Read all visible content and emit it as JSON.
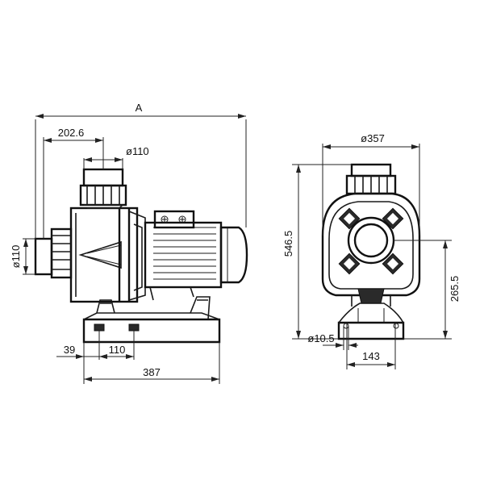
{
  "dimensions": {
    "overall_length_label": "A",
    "suction_offset": "202.6",
    "discharge_diameter": "ø110",
    "suction_diameter": "ø110",
    "base_front_offset": "39",
    "base_hole_spacing": "110",
    "base_length": "387",
    "flange_diameter": "ø357",
    "total_height": "546.5",
    "shaft_height": "265.5",
    "mount_hole_diameter": "ø10.5",
    "foot_width": "143"
  },
  "colors": {
    "line": "#1a1a1a",
    "fill": "#2a2a2a",
    "background": "#ffffff"
  }
}
